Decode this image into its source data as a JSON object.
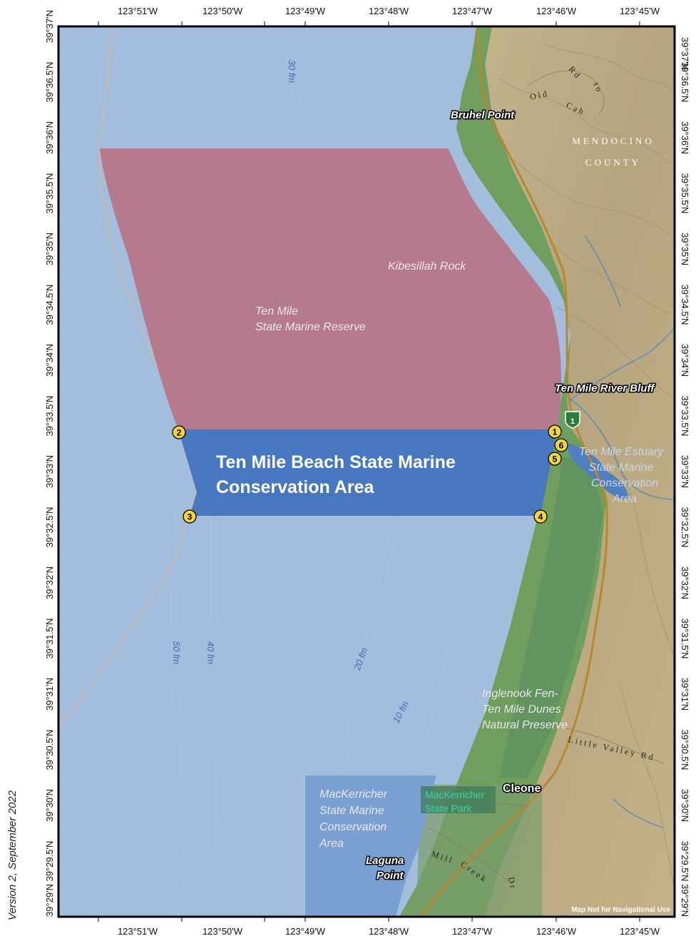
{
  "longitude_ticks": [
    "123°51'W",
    "123°50'W",
    "123°49'W",
    "123°48'W",
    "123°47'W",
    "123°46'W",
    "123°45'W"
  ],
  "latitude_ticks": [
    "39°37'N",
    "39°36.5'N",
    "39°36'N",
    "39°35.5'N",
    "39°35'N",
    "39°34.5'N",
    "39°34'N",
    "39°33.5'N",
    "39°33'N",
    "39°32.5'N",
    "39°32'N",
    "39°31.5'N",
    "39°31'N",
    "39°30.5'N",
    "39°30'N",
    "39°29.5'N",
    "39°29'N"
  ],
  "places": {
    "bruhel_point": "Bruhel Point",
    "kibesillah_rock": "Kibesillah Rock",
    "ten_mile_river_bluff": "Ten Mile River Bluff",
    "cleone": "Cleone",
    "laguna_point_1": "Laguna",
    "laguna_point_2": "Point"
  },
  "county": {
    "line1": "MENDOCINO",
    "line2": "COUNTY"
  },
  "areas": {
    "smr_line1": "Ten Mile",
    "smr_line2": "State Marine Reserve",
    "smca_line1": "Ten Mile Beach State Marine",
    "smca_line2": "Conservation Area",
    "estuary_line1": "Ten Mile Estuary",
    "estuary_line2": "State Marine",
    "estuary_line3": "Conservation",
    "estuary_line4": "Area",
    "mackerricher_line1": "MacKerricher",
    "mackerricher_line2": "State Marine",
    "mackerricher_line3": "Conservation",
    "mackerricher_line4": "Area",
    "inglenook_line1": "Inglenook Fen-",
    "inglenook_line2": "Ten Mile Dunes",
    "inglenook_line3": "Natural Preserve",
    "state_park_line1": "MacKerricher",
    "state_park_line2": "State Park"
  },
  "depths": {
    "d30": "30 fm",
    "d50": "50 fm",
    "d40": "40 fm",
    "d20": "20 fm",
    "d10": "10 fm"
  },
  "roads": {
    "old_cahto_1": "Old",
    "old_cahto_2": "Cah",
    "old_cahto_3": "to",
    "old_cahto_4": "Rd",
    "little_valley": "Little Valley Rd",
    "mill_creek_1": "Mill",
    "mill_creek_2": "Creek",
    "mill_creek_3": "Dr"
  },
  "markers": [
    "1",
    "2",
    "3",
    "4",
    "5",
    "6"
  ],
  "highway_shield": "1",
  "version": "Version 2, September 2022",
  "disclaimer": "Map Not for Navigational Use",
  "colors": {
    "ocean": "#a3bedc",
    "smr": "#b57a8d",
    "smca": "#4777be",
    "mackerricher_smca": "#7aa0d2",
    "land_green": "#6f9e5f",
    "land_terrain": "#b9a883",
    "road": "#b8882c",
    "marker": "#f5d33a"
  }
}
